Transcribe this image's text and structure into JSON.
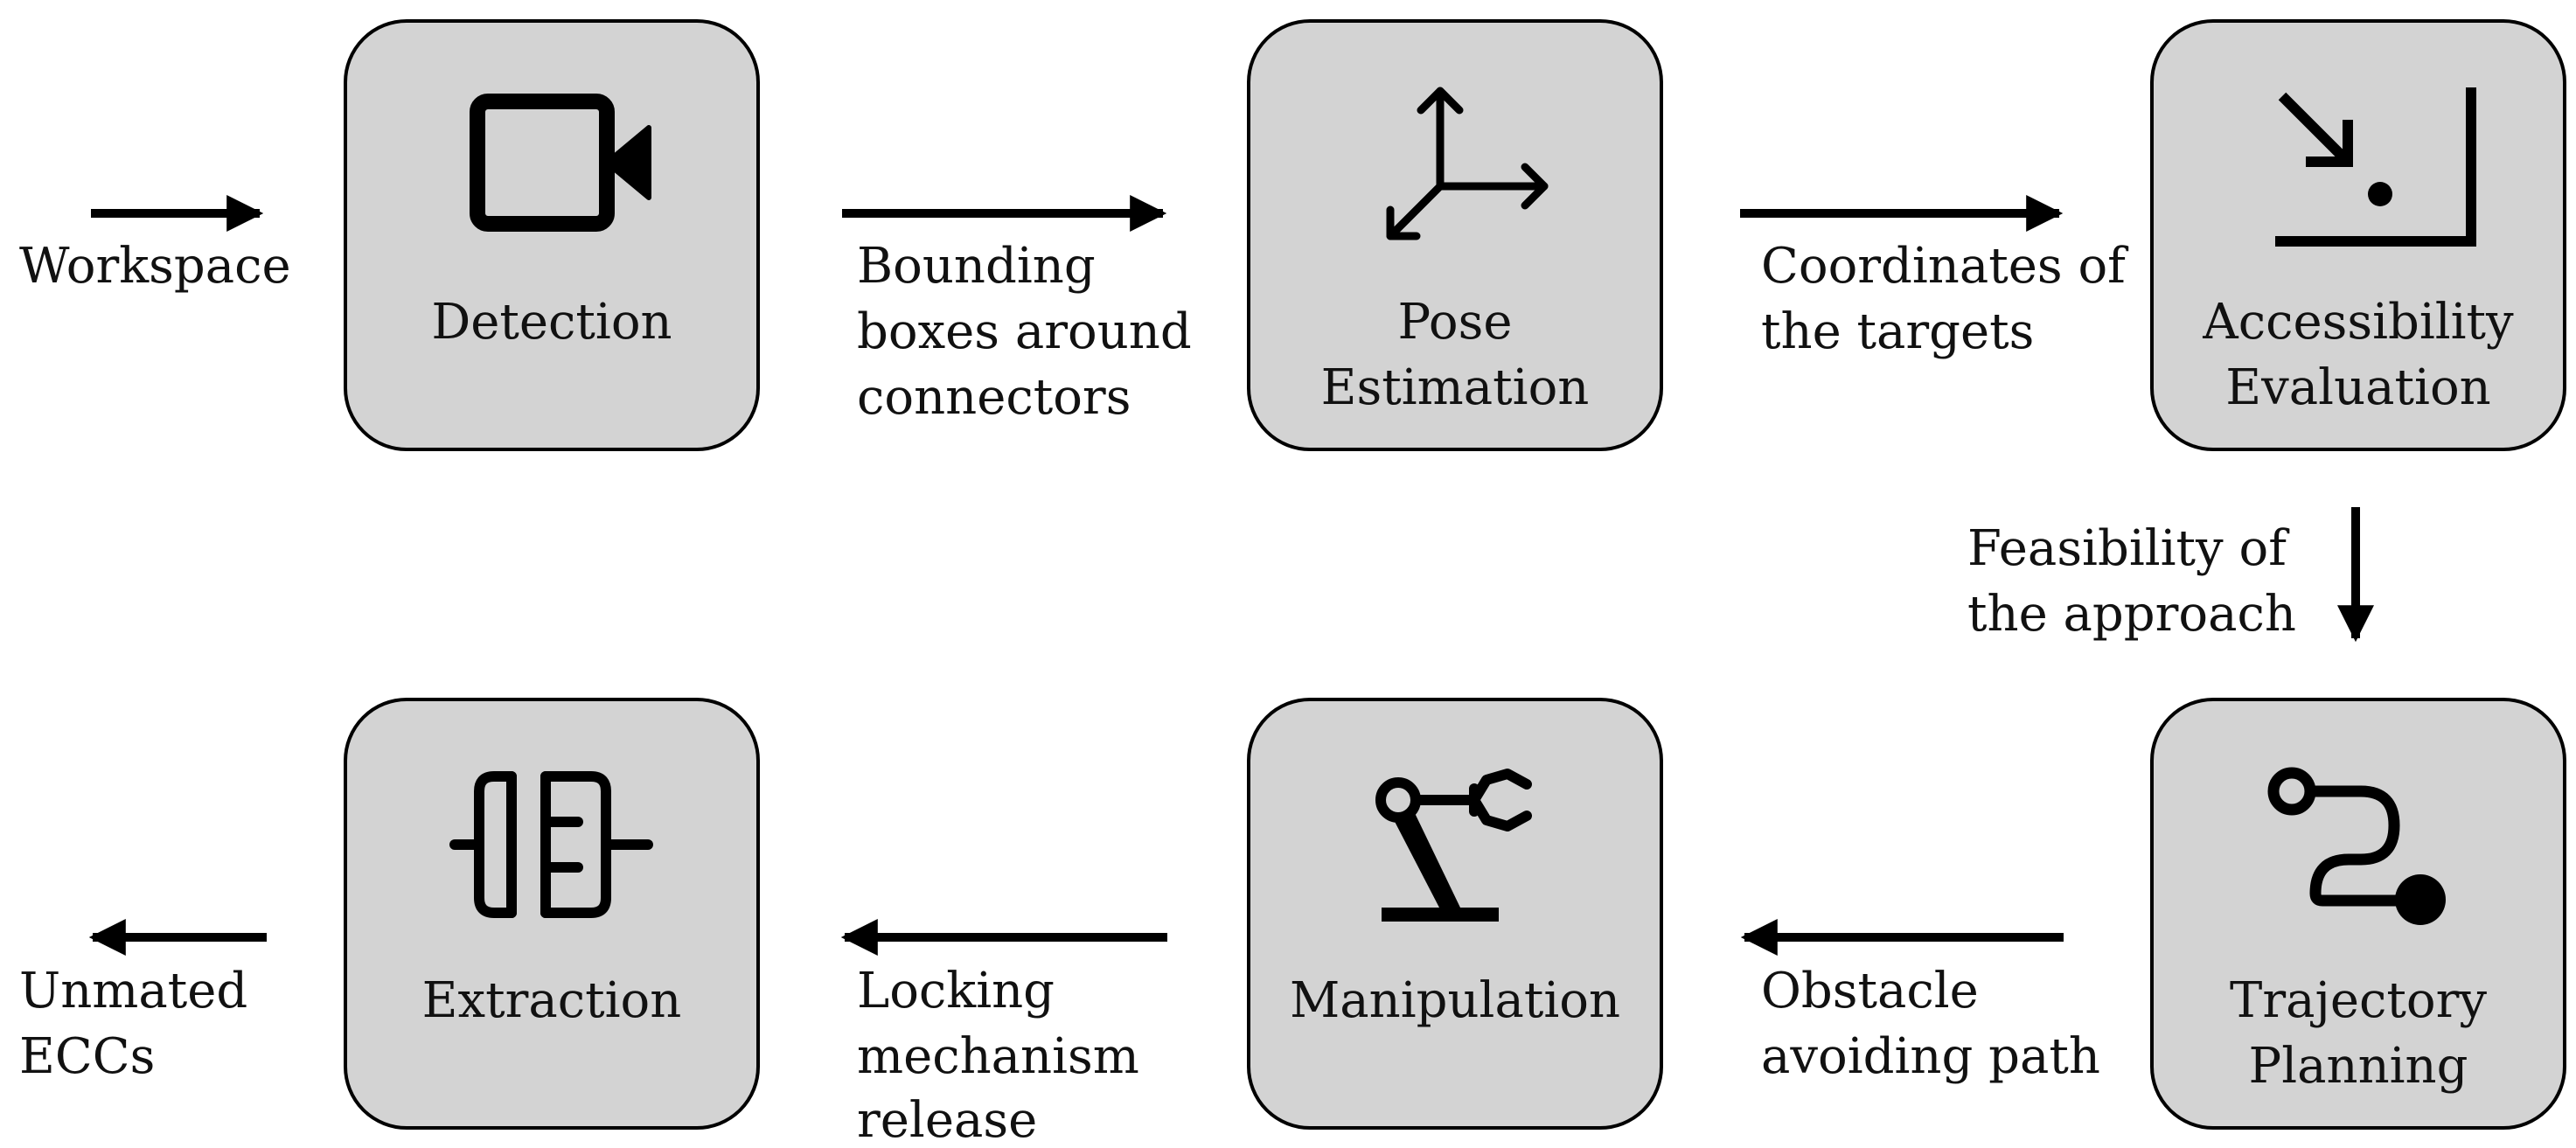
{
  "colors": {
    "box_fill": "#d3d3d3",
    "box_stroke": "#000000",
    "ink": "#000000",
    "background": "#ffffff"
  },
  "nodes": [
    {
      "id": "detection",
      "label": [
        "Detection"
      ],
      "icon": "video-camera-icon"
    },
    {
      "id": "pose-estimation",
      "label": [
        "Pose",
        "Estimation"
      ],
      "icon": "3d-axes-icon"
    },
    {
      "id": "accessibility-evaluation",
      "label": [
        "Accessibility",
        "Evaluation"
      ],
      "icon": "arrow-into-corner-icon"
    },
    {
      "id": "trajectory-planning",
      "label": [
        "Trajectory",
        "Planning"
      ],
      "icon": "path-route-icon"
    },
    {
      "id": "manipulation",
      "label": [
        "Manipulation"
      ],
      "icon": "robot-arm-icon"
    },
    {
      "id": "extraction",
      "label": [
        "Extraction"
      ],
      "icon": "plug-connector-icon"
    }
  ],
  "edges": [
    {
      "id": "input",
      "from": "",
      "to": "detection",
      "label": [
        "Workspace"
      ]
    },
    {
      "id": "detection-to-pose",
      "from": "detection",
      "to": "pose-estimation",
      "label": [
        "Bounding",
        "boxes around",
        "connectors"
      ]
    },
    {
      "id": "pose-to-accessibility",
      "from": "pose-estimation",
      "to": "accessibility-evaluation",
      "label": [
        "Coordinates of",
        "the targets"
      ]
    },
    {
      "id": "accessibility-to-trajectory",
      "from": "accessibility-evaluation",
      "to": "trajectory-planning",
      "label": [
        "Feasibility of",
        "the approach"
      ]
    },
    {
      "id": "trajectory-to-manipulation",
      "from": "trajectory-planning",
      "to": "manipulation",
      "label": [
        "Obstacle",
        "avoiding path"
      ]
    },
    {
      "id": "manipulation-to-extraction",
      "from": "manipulation",
      "to": "extraction",
      "label": [
        "Locking",
        "mechanism",
        "release"
      ]
    },
    {
      "id": "output",
      "from": "extraction",
      "to": "",
      "label": [
        "Unmated",
        "ECCs"
      ]
    }
  ]
}
